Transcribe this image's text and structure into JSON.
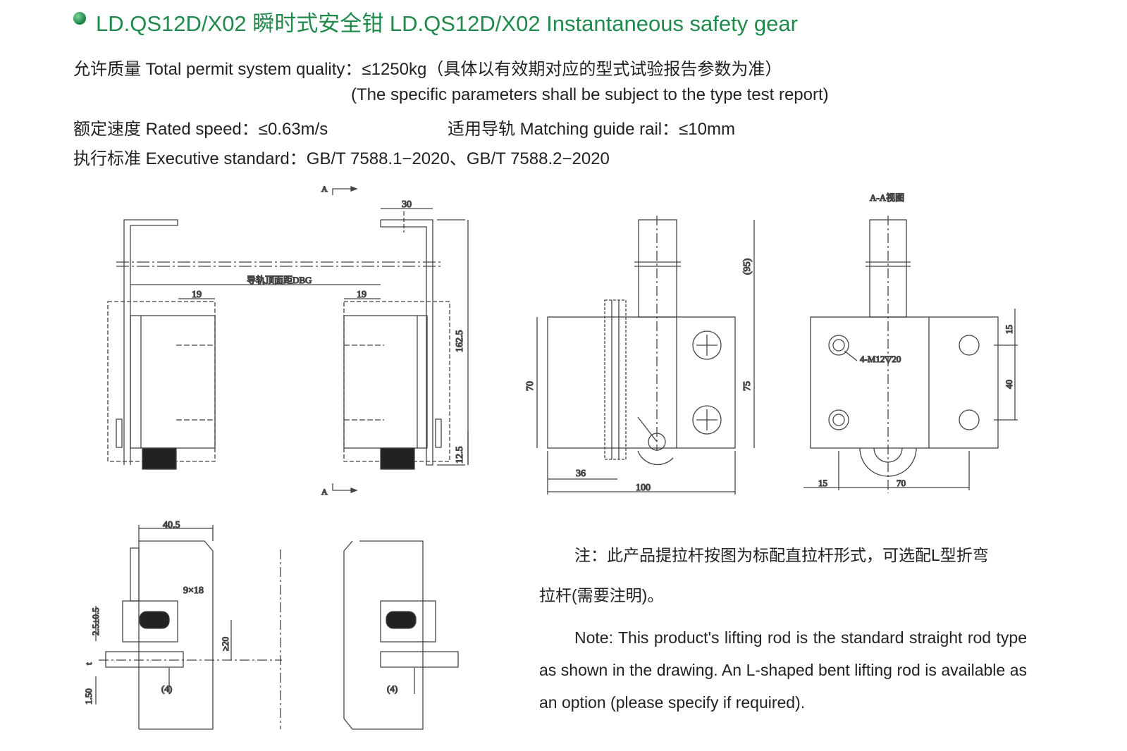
{
  "title": "LD.QS12D/X02 瞬时式安全钳  LD.QS12D/X02 Instantaneous safety gear",
  "specs": {
    "quality": "允许质量 Total permit system quality：≤1250kg（具体以有效期对应的型式试验报告参数为准）",
    "quality_note": "(The specific parameters shall be subject to the type test report)",
    "speed": "额定速度 Rated speed：≤0.63m/s",
    "rail": "适用导轨 Matching guide rail：≤10mm",
    "standard": "执行标准 Executive standard：GB/T 7588.1−2020、GB/T 7588.2−2020"
  },
  "drawing_labels": {
    "section_a_top": "A",
    "section_a_bottom": "A",
    "dim_30": "30",
    "dbg": "导轨顶面距DBG",
    "dim_19_left": "19",
    "dim_19_right": "19",
    "dim_162_5": "162.5",
    "dim_12_5": "12.5",
    "dim_95": "(95)",
    "dim_70": "70",
    "dim_75": "75",
    "dim_36": "36",
    "dim_100": "100",
    "aa_view": "A-A视图",
    "thread": "4-M12▽20",
    "dim_15_top": "15",
    "dim_40": "40",
    "dim_15_bottom": "15",
    "dim_70_bottom": "70",
    "dim_40_5": "40.5",
    "dim_9x18": "9×18",
    "dim_2_5": "2.5±0.5",
    "dim_ge20": "≥20",
    "dim_t": "t",
    "dim_1_50": "1.50",
    "dim_4_left": "(4)",
    "dim_4_right": "(4)"
  },
  "note": {
    "cn_line1": "注：此产品提拉杆按图为标配直拉杆形式，可选配L型折弯",
    "cn_line2": "拉杆(需要注明)。",
    "en": "Note: This product's lifting rod is the standard straight rod type as shown in the drawing. An L-shaped bent lifting rod is available as an option (please specify if required)."
  }
}
